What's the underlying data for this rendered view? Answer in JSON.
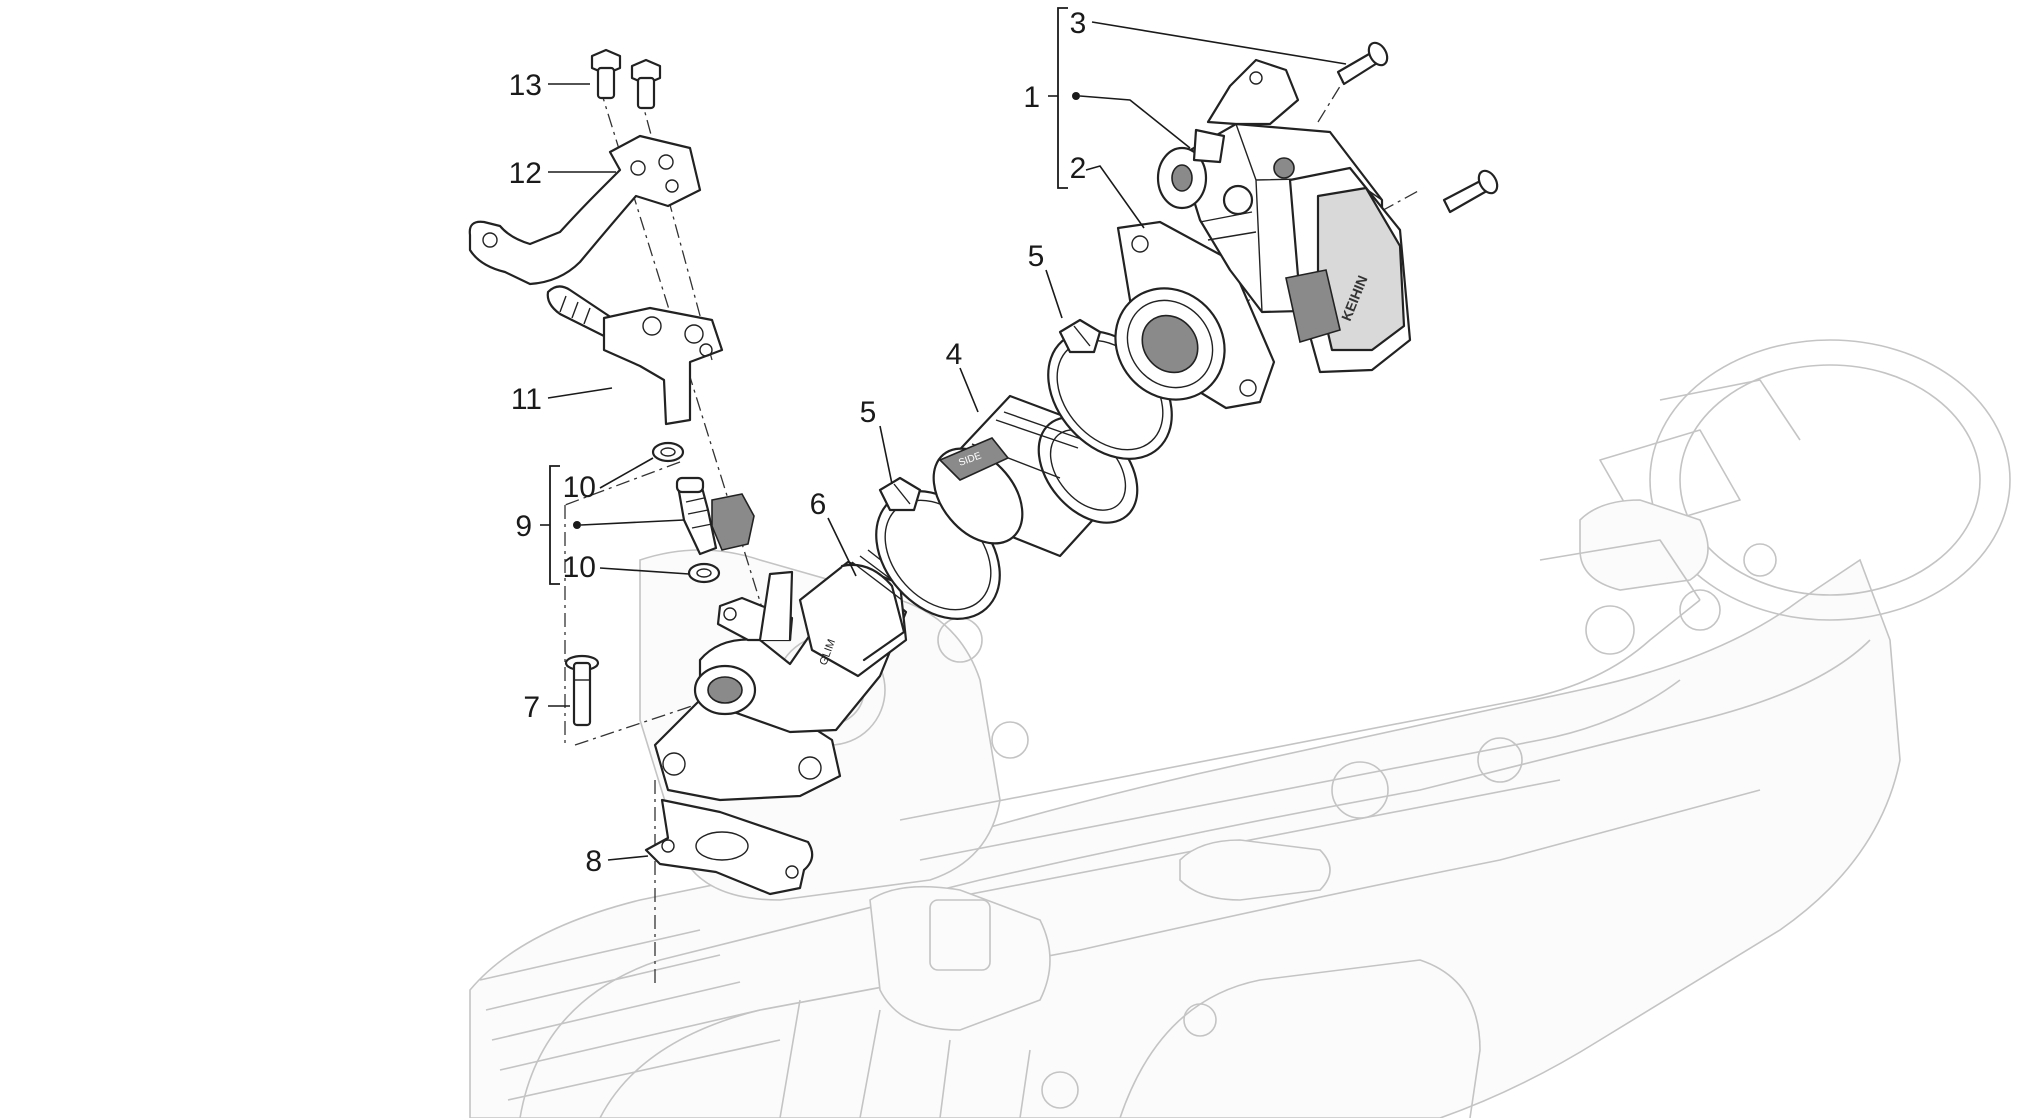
{
  "callouts": {
    "c1": "1",
    "c2": "2",
    "c3": "3",
    "c4": "4",
    "c5a": "5",
    "c5b": "5",
    "c6": "6",
    "c7": "7",
    "c8": "8",
    "c9": "9",
    "c10a": "10",
    "c10b": "10",
    "c11": "11",
    "c12": "12",
    "c13": "13"
  }
}
